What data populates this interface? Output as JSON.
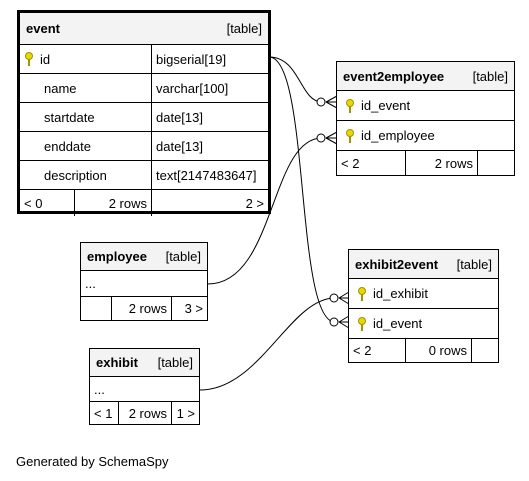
{
  "event": {
    "name": "event",
    "kind": "[table]",
    "columns": [
      {
        "name": "id",
        "type": "bigserial[19]",
        "key": true
      },
      {
        "name": "name",
        "type": "varchar[100]",
        "key": false
      },
      {
        "name": "startdate",
        "type": "date[13]",
        "key": false
      },
      {
        "name": "enddate",
        "type": "date[13]",
        "key": false
      },
      {
        "name": "description",
        "type": "text[2147483647]",
        "key": false
      }
    ],
    "footer": {
      "parents": "< 0",
      "rows": "2 rows",
      "children": "2 >"
    }
  },
  "event2employee": {
    "name": "event2employee",
    "kind": "[table]",
    "columns": [
      {
        "name": "id_event",
        "key": true
      },
      {
        "name": "id_employee",
        "key": true
      }
    ],
    "footer": {
      "parents": "< 2",
      "rows": "2 rows",
      "children": ""
    }
  },
  "employee": {
    "name": "employee",
    "kind": "[table]",
    "ellipsis": "...",
    "footer": {
      "parents": "",
      "rows": "2 rows",
      "children": "3 >"
    }
  },
  "exhibit2event": {
    "name": "exhibit2event",
    "kind": "[table]",
    "columns": [
      {
        "name": "id_exhibit",
        "key": true
      },
      {
        "name": "id_event",
        "key": true
      }
    ],
    "footer": {
      "parents": "< 2",
      "rows": "0 rows",
      "children": ""
    }
  },
  "exhibit": {
    "name": "exhibit",
    "kind": "[table]",
    "ellipsis": "...",
    "footer": {
      "parents": "< 1",
      "rows": "2 rows",
      "children": "1 >"
    }
  },
  "generated_by": "Generated by SchemaSpy"
}
